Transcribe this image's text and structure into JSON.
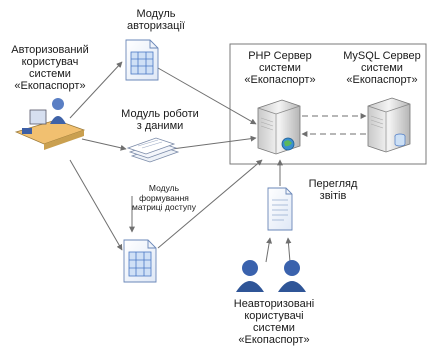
{
  "auth_user": {
    "lines": [
      "Авторизований",
      "користувач",
      "системи",
      "«Екопаспорт»"
    ]
  },
  "module_auth": {
    "lines": [
      "Модуль",
      "авторизації"
    ]
  },
  "module_data": {
    "lines": [
      "Модуль роботи",
      "з даними"
    ]
  },
  "module_matrix": {
    "lines": [
      "Модуль",
      "формування",
      "матриці доступу"
    ]
  },
  "php_server": {
    "lines": [
      "PHP Сервер",
      "системи",
      "«Екопаспорт»"
    ]
  },
  "mysql_server": {
    "lines": [
      "MySQL Сервер",
      "системи",
      "«Екопаспорт»"
    ]
  },
  "reports": {
    "lines": [
      "Перегляд",
      "звітів"
    ]
  },
  "unauth_users": {
    "lines": [
      "Неавторизовані",
      "користувачі",
      "системи",
      "«Екопаспорт»"
    ]
  },
  "colors": {
    "line": "#6f6f6f",
    "doc_fill": "#eef3fb",
    "doc_stroke": "#6a87b8",
    "grid": "#4a78c4",
    "person": "#2f5597"
  }
}
